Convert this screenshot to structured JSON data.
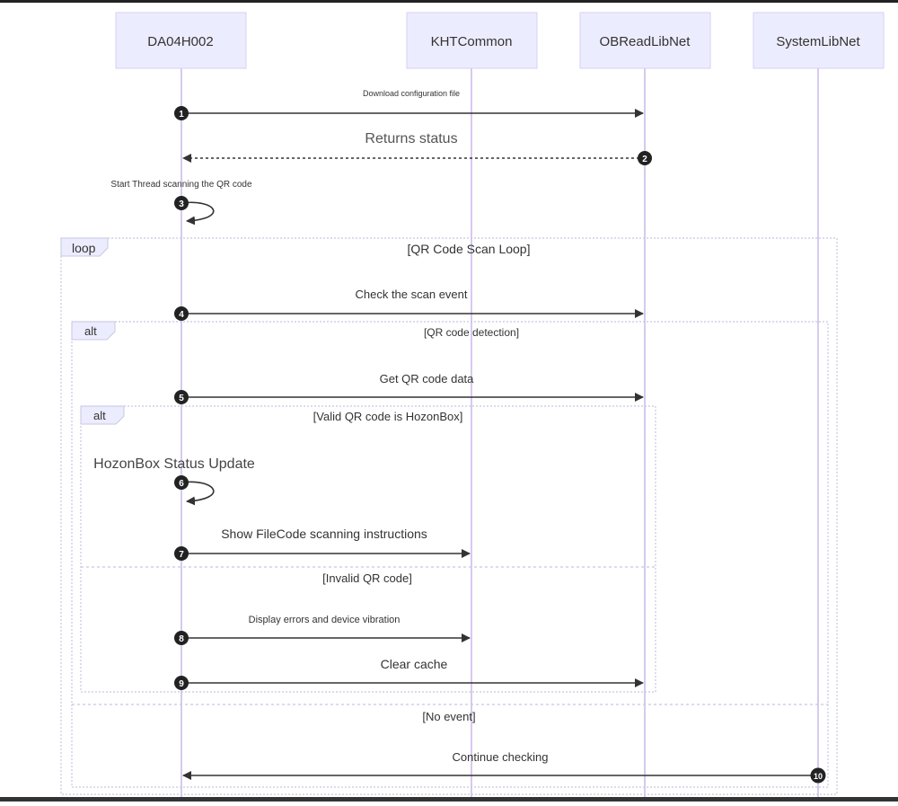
{
  "participants": [
    {
      "id": "da",
      "label": "DA04H002"
    },
    {
      "id": "kht",
      "label": "KHTCommon"
    },
    {
      "id": "ob",
      "label": "OBReadLibNet"
    },
    {
      "id": "sys",
      "label": "SystemLibNet"
    }
  ],
  "messages": [
    {
      "num": "1",
      "label": "Download configuration file"
    },
    {
      "num": "2",
      "label": "Returns status"
    },
    {
      "num": "3",
      "label": "Start Thread scanning the QR code"
    },
    {
      "num": "4",
      "label": "Check the scan event"
    },
    {
      "num": "5",
      "label": "Get QR code data"
    },
    {
      "num": "6",
      "label": "HozonBox Status Update"
    },
    {
      "num": "7",
      "label": "Show FileCode scanning instructions"
    },
    {
      "num": "8",
      "label": "Display errors and device vibration"
    },
    {
      "num": "9",
      "label": "Clear cache"
    },
    {
      "num": "10",
      "label": "Continue checking"
    }
  ],
  "fragments": {
    "loop": {
      "tag": "loop",
      "condition": "[QR Code Scan Loop]"
    },
    "alt_outer": {
      "tag": "alt",
      "condition": "[QR code detection]",
      "else_condition": "[No event]"
    },
    "alt_inner": {
      "tag": "alt",
      "condition": "[Valid QR code is HozonBox]",
      "else_condition": "[Invalid QR code]"
    }
  },
  "colors": {
    "participant_fill": "#ECECFF",
    "participant_stroke": "#D6D2F0",
    "lifeline": "#C9B8EA",
    "arrow": "#333333",
    "badge": "#222222",
    "fragment_border": "#C8C8E0",
    "fragment_label_fill": "#ECECFF"
  }
}
